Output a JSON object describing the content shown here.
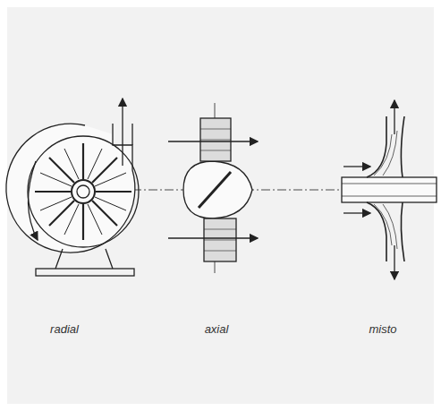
{
  "diagram": {
    "labels": [
      "radial",
      "axial",
      "misto"
    ]
  }
}
